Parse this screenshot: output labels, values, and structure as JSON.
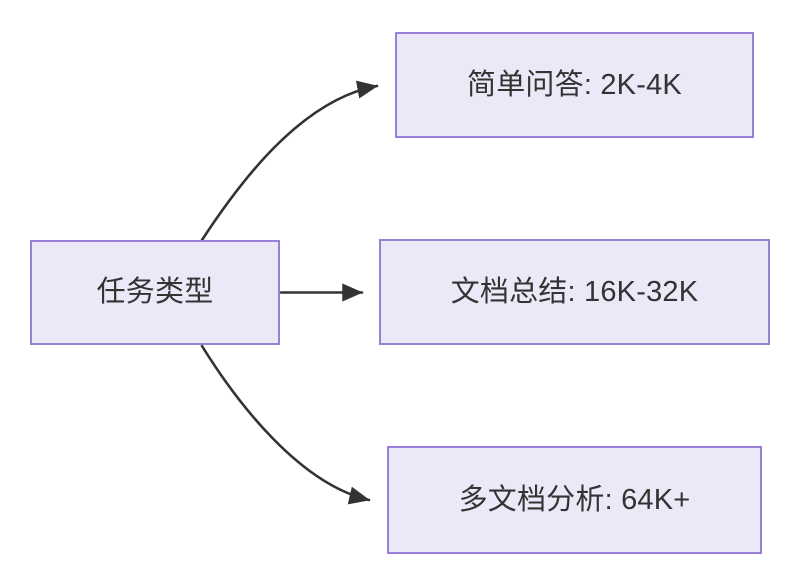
{
  "diagram": {
    "type": "flowchart",
    "direction": "left-to-right",
    "background_color": "#ffffff",
    "node_fill_color": "#ebe9f8",
    "node_border_color": "#9a7fd6",
    "edge_color": "#333333",
    "text_color": "#333333",
    "nodes": {
      "root": {
        "label": "任务类型"
      },
      "simple_qa": {
        "label": "简单问答: 2K-4K"
      },
      "doc_summary": {
        "label": "文档总结: 16K-32K"
      },
      "multi_doc": {
        "label": "多文档分析: 64K+"
      }
    },
    "edges": [
      {
        "from": "root",
        "to": "simple_qa",
        "label": "",
        "style": "curved-arrow"
      },
      {
        "from": "root",
        "to": "doc_summary",
        "label": "",
        "style": "straight-arrow"
      },
      {
        "from": "root",
        "to": "multi_doc",
        "label": "",
        "style": "curved-arrow"
      }
    ]
  }
}
